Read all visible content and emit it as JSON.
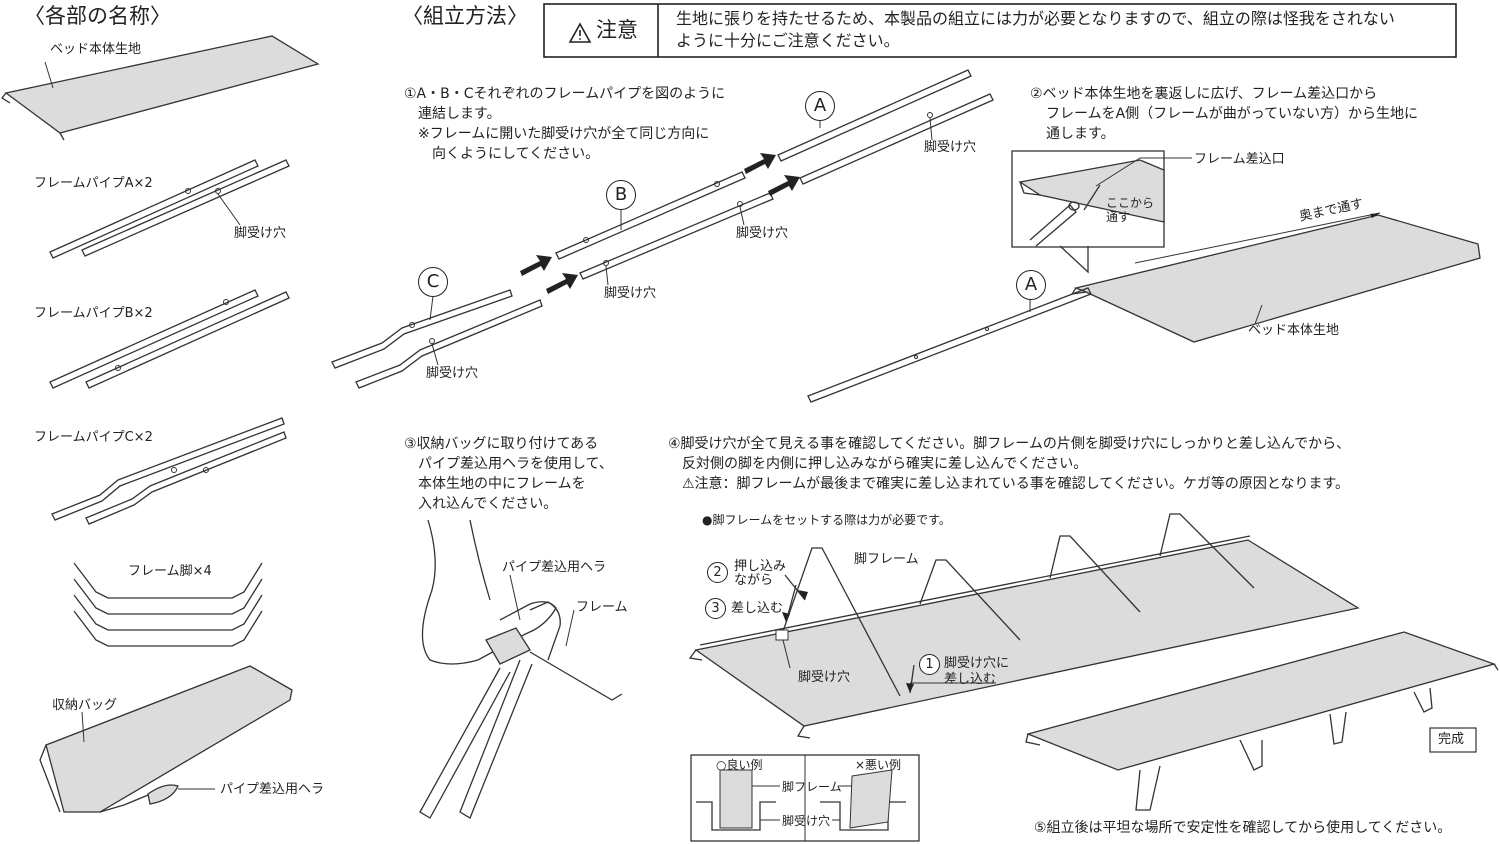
{
  "left_panel": {
    "heading": "〈各部の名称〉",
    "parts": {
      "bed_fabric": "ベッド本体生地",
      "pipe_a": "フレームパイプA×2",
      "pipe_b": "フレームパイプB×2",
      "pipe_c": "フレームパイプC×2",
      "leg_hole": "脚受け穴",
      "legs": "フレーム脚×4",
      "bag": "収納バッグ",
      "spatula": "パイプ差込用ヘラ"
    }
  },
  "assembly": {
    "heading": "〈組立方法〉",
    "caution": {
      "label": "注意",
      "text_line1": "生地に張りを持たせるため、本製品の組立には力が必要となりますので、組立の際は怪我をされない",
      "text_line2": "ように十分にご注意ください。"
    },
    "step1": {
      "line1": "①A・B・Cそれぞれのフレームパイプを図のように",
      "line2": "連結します。",
      "line3": "※フレームに開いた脚受け穴が全て同じ方向に",
      "line4": "向くようにしてください。",
      "callouts": [
        "A",
        "B",
        "C"
      ],
      "hole_label": "脚受け穴"
    },
    "step2": {
      "line1": "②ベッド本体生地を裏返しに広げ、フレーム差込口から",
      "line2": "フレームをA側（フレームが曲がっていない方）から生地に",
      "line3": "通します。",
      "inlet": "フレーム差込口",
      "here1": "ここから",
      "here2": "通す",
      "through": "奥まで通す",
      "callout": "A",
      "fabric": "ベッド本体生地"
    },
    "step3": {
      "line1": "③収納バッグに取り付けてある",
      "line2": "パイプ差込用ヘラを使用して、",
      "line3": "本体生地の中にフレームを",
      "line4": "入れ込んでください。",
      "spatula": "パイプ差込用ヘラ",
      "frame": "フレーム"
    },
    "step4": {
      "line1": "④脚受け穴が全て見える事を確認してください。脚フレームの片側を脚受け穴にしっかりと差し込んでから、",
      "line2": "反対側の脚を内側に押し込みながら確実に差し込んでください。",
      "line3": "⚠注意：脚フレームが最後まで確実に差し込まれている事を確認してください。ケガ等の原因となります。",
      "note": "●脚フレームをセットする際は力が必要です。",
      "leg_frame": "脚フレーム",
      "push1": "押し込み",
      "push2": "ながら",
      "insert": "差し込む",
      "hole": "脚受け穴",
      "into1": "脚受け穴に",
      "into2": "差し込む",
      "n1": "1",
      "n2": "2",
      "n3": "3",
      "good": "○良い例",
      "bad": "×悪い例",
      "legend_leg": "脚フレーム",
      "legend_hole": "脚受け穴",
      "done": "完成"
    },
    "step5": "⑤組立後は平坦な場所で安定性を確認してから使用してください。"
  }
}
